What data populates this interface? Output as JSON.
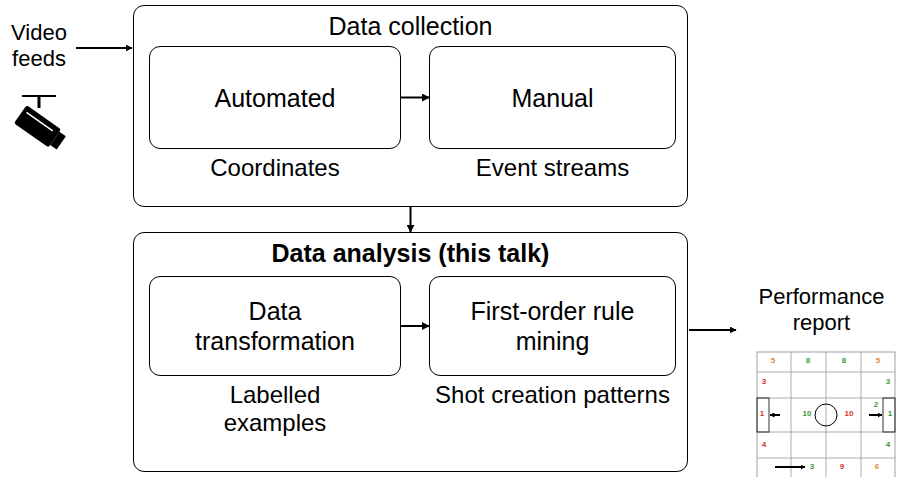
{
  "diagram": {
    "nodes": [
      {
        "text": [
          "Data collection"
        ]
      },
      {
        "text": [
          "Automated",
          "Coordinates"
        ],
        "in": 0
      },
      {
        "text": [
          "Manual",
          "Event streams"
        ],
        "in": 0
      },
      {
        "text": [
          "Data analysis (this talk)"
        ]
      },
      {
        "text": [
          "Data transformation",
          "Labelled examples"
        ],
        "in": 3
      },
      {
        "text": [
          "First-order rule mining",
          "Shot creation patterns"
        ],
        "in": 3
      }
    ],
    "edges": [
      {
        "from": 1,
        "to": 2,
        "arrow": "to"
      },
      {
        "from": 0,
        "to": 3,
        "arrow": "to"
      },
      {
        "from": 4,
        "to": 5,
        "arrow": "to"
      }
    ],
    "labels": [
      "Video feeds",
      "Performance report",
      "5",
      "8",
      "8",
      "5",
      "3",
      "3",
      "1",
      "10",
      "10",
      "2",
      "1",
      "4",
      "4",
      "3",
      "9",
      "6"
    ]
  }
}
